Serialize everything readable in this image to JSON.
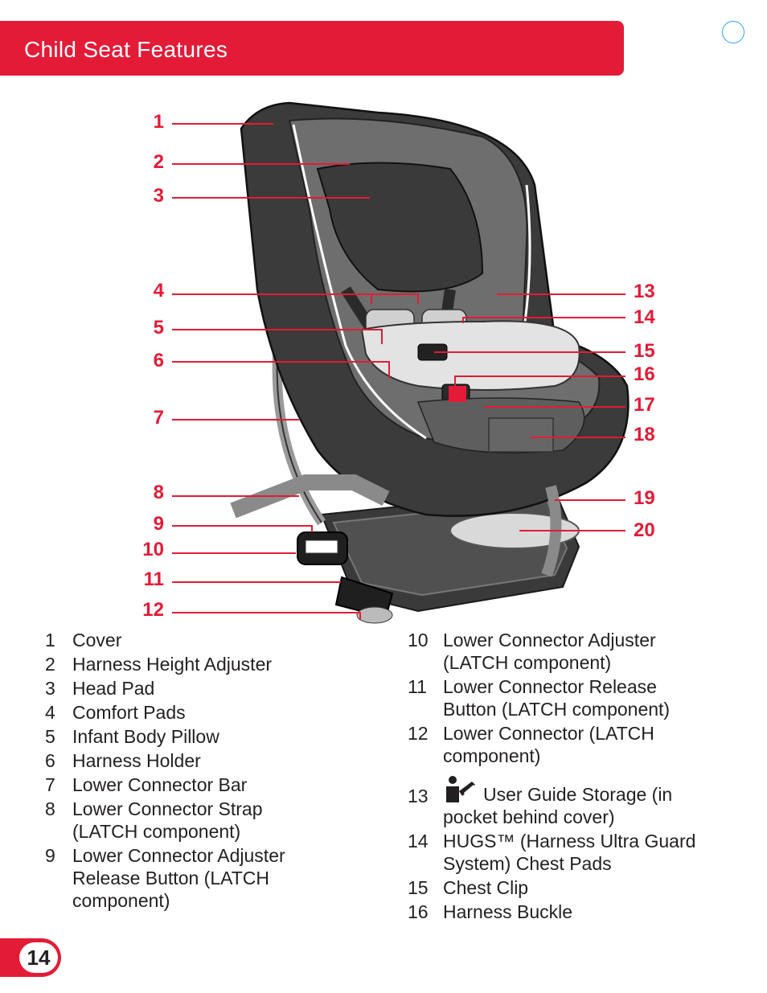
{
  "header": {
    "title": "Child Seat Features"
  },
  "callouts_left": [
    "1",
    "2",
    "3",
    "4",
    "5",
    "6",
    "7",
    "8",
    "9",
    "10",
    "11",
    "12"
  ],
  "callouts_right": [
    "13",
    "14",
    "15",
    "16",
    "17",
    "18",
    "19",
    "20"
  ],
  "legend_left": [
    {
      "num": "1",
      "text": "Cover"
    },
    {
      "num": "2",
      "text": "Harness Height Adjuster"
    },
    {
      "num": "3",
      "text": "Head Pad"
    },
    {
      "num": "4",
      "text": "Comfort Pads"
    },
    {
      "num": "5",
      "text": "Infant Body Pillow"
    },
    {
      "num": "6",
      "text": "Harness Holder"
    },
    {
      "num": "7",
      "text": "Lower Connector Bar"
    },
    {
      "num": "8",
      "text": "Lower Connector Strap (LATCH component)"
    },
    {
      "num": "9",
      "text": "Lower Connector Adjuster Release Button (LATCH component)"
    }
  ],
  "legend_right": [
    {
      "num": "10",
      "text": "Lower Connector Adjuster (LATCH component)"
    },
    {
      "num": "11",
      "text": "Lower Connector Release Button (LATCH component)"
    },
    {
      "num": "12",
      "text": "Lower Connector (LATCH component)"
    },
    {
      "num": "13",
      "text": "User Guide Storage (in pocket behind cover)",
      "icon": "user-guide-icon"
    },
    {
      "num": "14",
      "text": "HUGS™ (Harness Ultra Guard System) Chest Pads"
    },
    {
      "num": "15",
      "text": "Chest Clip"
    },
    {
      "num": "16",
      "text": "Harness Buckle"
    }
  ],
  "page_number": "14",
  "colors": {
    "accent": "#e31b37",
    "circle": "#2aa8e0",
    "text": "#231f20"
  }
}
